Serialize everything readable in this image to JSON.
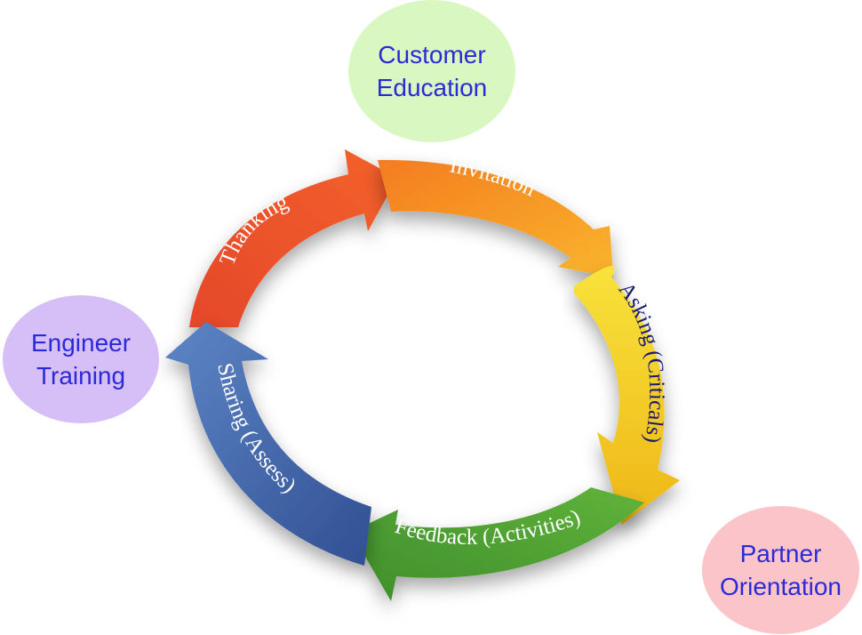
{
  "bubbles": {
    "customer": {
      "line1": "Customer",
      "line2": "Education"
    },
    "engineer": {
      "line1": "Engineer",
      "line2": "Training"
    },
    "partner": {
      "line1": "Partner",
      "line2": "Orientation"
    }
  },
  "cycle": {
    "thanking": "Thanking",
    "invitation": "Invitation",
    "asking": "Asking (Criticals)",
    "feedback": "Feedback (Activities)",
    "sharing": "Sharing (Assess)"
  },
  "colors": {
    "thanking": "#ef4f23",
    "invitation": "#f6a12a",
    "asking": "#f4d12a",
    "feedback": "#4f9e34",
    "sharing": "#3f64a8",
    "bubble_text": "#2a2ad8"
  }
}
